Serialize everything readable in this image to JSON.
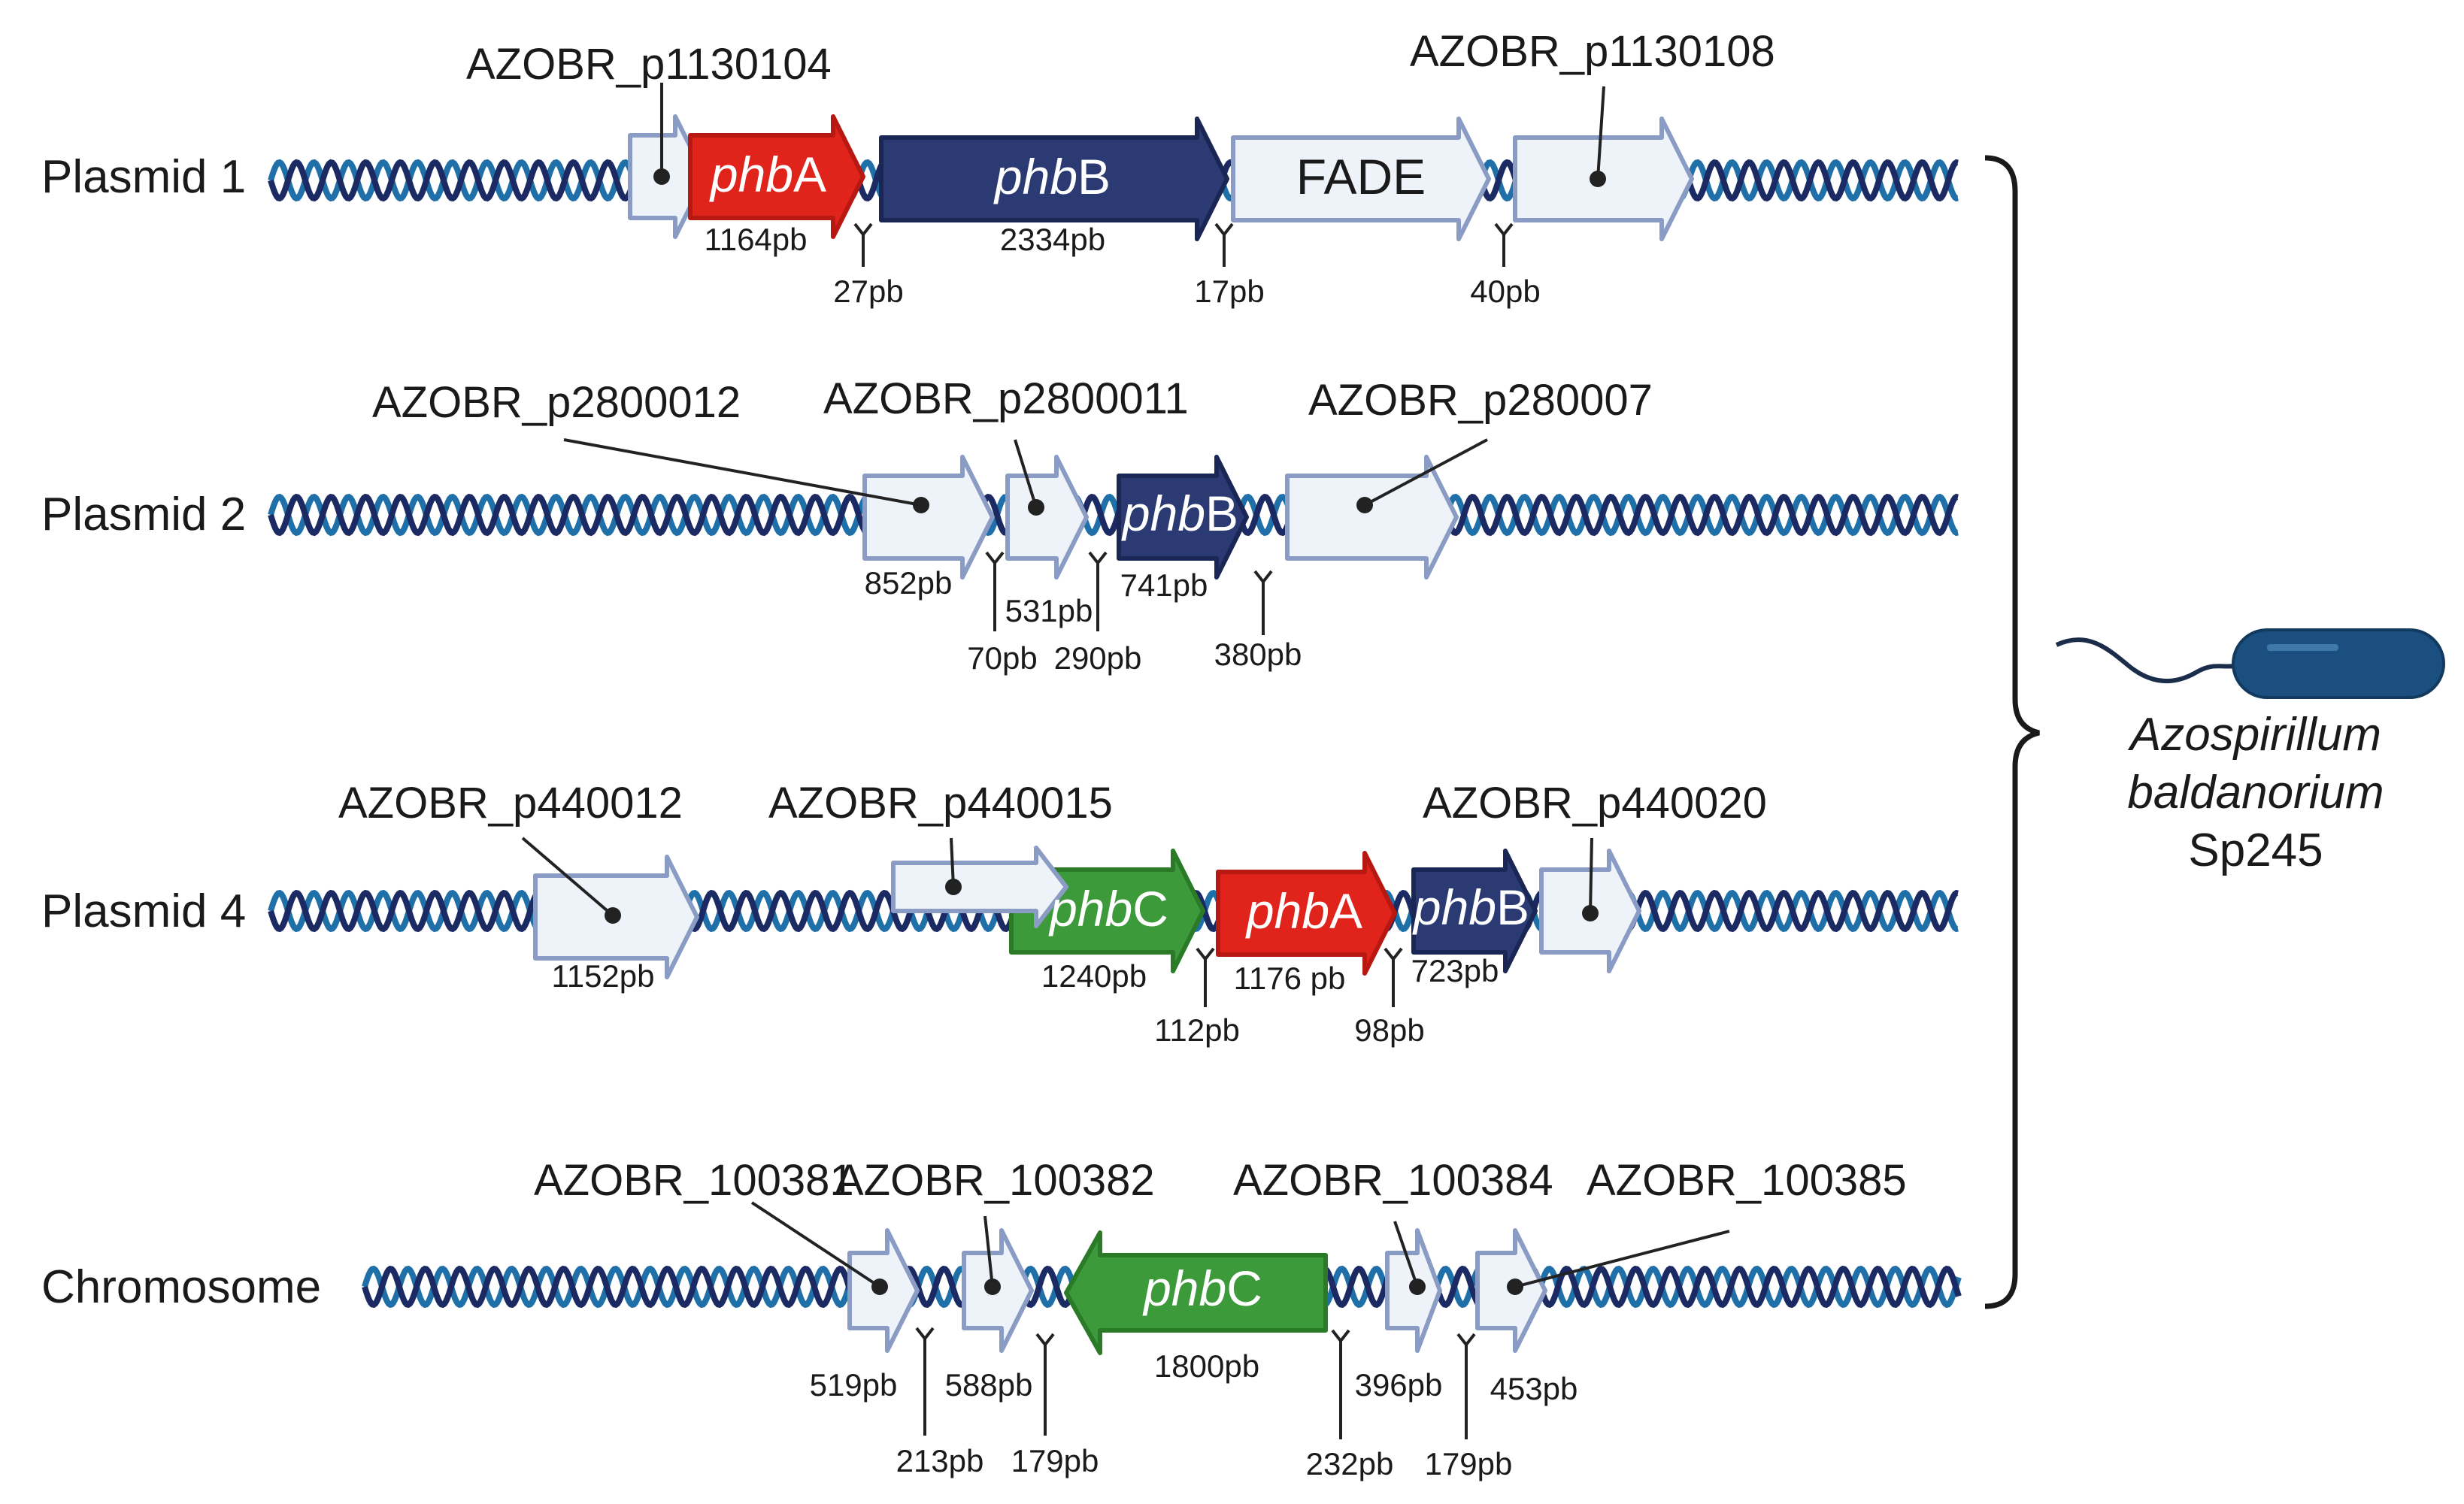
{
  "colors": {
    "helix_dark": "#1b2a63",
    "helix_light": "#1f6fa8",
    "gene_other_fill": "#eef3fa",
    "gene_other_stroke": "#8a9cc4",
    "phbA": "#e0241b",
    "phbB": "#2b3a72",
    "phbC": "#3d9a3a",
    "line": "#222222",
    "bacterium": "#1b4f7f"
  },
  "organism": {
    "genus": "Azospirillum",
    "species": "baldanorium",
    "strain": "Sp245"
  },
  "tracks": [
    {
      "id": "plasmid1",
      "label": "Plasmid 1",
      "genes": [
        {
          "id": "p1130104",
          "name": "",
          "callout": "AZOBR_p1130104",
          "size": "",
          "type": "other"
        },
        {
          "id": "phbA",
          "name_italic": "phb",
          "name_plain": "A",
          "size": "1164pb",
          "type": "phbA"
        },
        {
          "id": "phbB",
          "name_italic": "phb",
          "name_plain": "B",
          "size": "2334pb",
          "type": "phbB"
        },
        {
          "id": "FADE",
          "name_italic": "",
          "name_plain": "FADE",
          "size": "",
          "type": "other"
        },
        {
          "id": "p1130108",
          "name": "",
          "callout": "AZOBR_p1130108",
          "size": "",
          "type": "other"
        }
      ],
      "spacers": [
        "27pb",
        "17pb",
        "40pb"
      ]
    },
    {
      "id": "plasmid2",
      "label": "Plasmid 2",
      "genes": [
        {
          "id": "p2800012",
          "callout": "AZOBR_p2800012",
          "size": "852pb",
          "type": "other"
        },
        {
          "id": "p2800011",
          "callout": "AZOBR_p2800011",
          "size": "531pb",
          "type": "other"
        },
        {
          "id": "phbB",
          "name_italic": "phb",
          "name_plain": "B",
          "size": "741pb",
          "type": "phbB"
        },
        {
          "id": "p280007",
          "callout": "AZOBR_p280007",
          "size": "",
          "type": "other"
        }
      ],
      "spacers": [
        "70pb",
        "290pb",
        "380pb"
      ]
    },
    {
      "id": "plasmid4",
      "label": "Plasmid 4",
      "genes": [
        {
          "id": "p440012",
          "callout": "AZOBR_p440012",
          "size": "1152pb",
          "type": "other"
        },
        {
          "id": "p440015",
          "callout": "AZOBR_p440015",
          "size": "",
          "type": "other"
        },
        {
          "id": "phbC",
          "name_italic": "phb",
          "name_plain": "C",
          "size": "1240pb",
          "type": "phbC"
        },
        {
          "id": "phbA",
          "name_italic": "phb",
          "name_plain": "A",
          "size": "1176 pb",
          "type": "phbA"
        },
        {
          "id": "phbB",
          "name_italic": "phb",
          "name_plain": "B",
          "size": "723pb",
          "type": "phbB"
        },
        {
          "id": "p440020",
          "callout": "AZOBR_p440020",
          "size": "",
          "type": "other"
        }
      ],
      "spacers": [
        "112pb",
        "98pb"
      ]
    },
    {
      "id": "chromosome",
      "label": "Chromosome",
      "genes": [
        {
          "id": "100381",
          "callout": "AZOBR_100381",
          "size": "519pb",
          "type": "other"
        },
        {
          "id": "100382",
          "callout": "AZOBR_100382",
          "size": "588pb",
          "type": "other"
        },
        {
          "id": "phbC",
          "name_italic": "phb",
          "name_plain": "C",
          "size": "1800pb",
          "type": "phbC"
        },
        {
          "id": "100384",
          "callout": "AZOBR_100384",
          "size": "396pb",
          "type": "other"
        },
        {
          "id": "100385",
          "callout": "AZOBR_100385",
          "size": "453pb",
          "type": "other"
        }
      ],
      "spacers": [
        "213pb",
        "179pb",
        "232pb",
        "179pb"
      ]
    }
  ]
}
